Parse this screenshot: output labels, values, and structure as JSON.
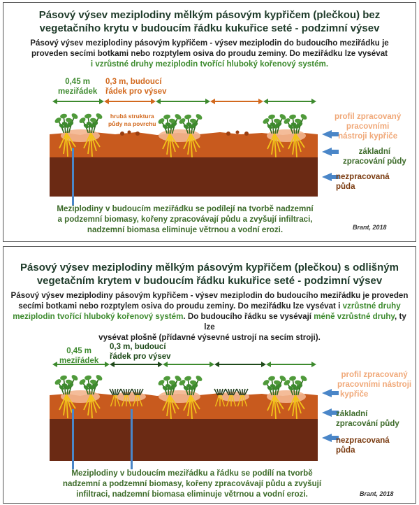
{
  "panel_top": {
    "title_line1": "Pásový výsev meziplodiny mělkým pásovým kypřičem (plečkou) bez",
    "title_line2": "vegetačního krytu v budoucím řádku kukuřice seté - podzimní výsev",
    "desc_line1": "Pásový výsev meziplodiny pásovým kypřičem - výsev meziplodin do budoucího meziřádku je",
    "desc_line2": "proveden secími botkami nebo rozptylem osiva do proudu zeminy.  Do meziřádku lze vysévat",
    "desc_line3_green": "i vzrůstné druhy meziplodin tvořící hluboký kořenový systém.",
    "label_interrow_1": "0,45 m",
    "label_interrow_2": "meziřádek",
    "label_row_1": "0,3 m, budoucí",
    "label_row_2": "řádek pro výsev",
    "label_coarse_1": "hrubá struktura",
    "label_coarse_2": "půdy na povrchu",
    "label_profile_1": "profil zpracovaný",
    "label_profile_2": "pracovními",
    "label_profile_3": "nástroji kypřiče",
    "label_basic_1": "základní",
    "label_basic_2": "zpracování půdy",
    "label_untilled_1": "nezpracovaná",
    "label_untilled_2": "půda",
    "conclusion_1": "Meziplodiny v budoucím meziřádku se podílejí na tvorbě nadzemní",
    "conclusion_2": "a podzemní biomasy, kořeny zpracovávají půdu a zvyšují infiltraci,",
    "conclusion_3": "nadzemní biomasa eliminuje větrnou a vodní erozi.",
    "author": "Brant, 2018"
  },
  "panel_bottom": {
    "title_line1": "Pásový výsev meziplodiny mělkým pásovým kypřičem (plečkou) s odlišným",
    "title_line2": "vegetačním krytem v budoucím řádku kukuřice seté - podzimní výsev",
    "desc_line1": "Pásový výsev meziplodiny pásovým kypřičem - výsev meziplodin do budoucího meziřádku je proveden",
    "desc_line2a": "secími botkami nebo rozptylem osiva do proudu zeminy. Do meziřádku lze vysévat i",
    "desc_line2b_green": "vzrůstné druhy",
    "desc_line3a_green": "meziplodin tvořící hluboký kořenový systém",
    "desc_line3b": ". Do budoucího řádku se vysévají",
    "desc_line3c_green": "méně vzrůstné druhy",
    "desc_line3d": ", ty lze",
    "desc_line4": "vysévat plošně (přídavné výsevné ustrojí na secím stroji).",
    "label_interrow_1": "0,45 m",
    "label_interrow_2": "meziřádek",
    "label_row_1": "0,3 m, budoucí",
    "label_row_2": "řádek pro výsev",
    "label_profile_1": "profil zpracovaný",
    "label_profile_2": "pracovními nástroji",
    "label_profile_3": "kypřiče",
    "label_basic_1": "základní",
    "label_basic_2": "zpracování půdy",
    "label_untilled_1": "nezpracovaná",
    "label_untilled_2": "půda",
    "conclusion_1": "Meziplodiny v budoucím meziřádku a řádku se podílí na tvorbě",
    "conclusion_2": "nadzemní a podzemní biomasy, kořeny zpracovávají půdu a zvyšují",
    "conclusion_3": "infiltraci, nadzemní biomasa eliminuje větrnou a vodní erozi.",
    "author": "Brant, 2018"
  },
  "colors": {
    "title": "#1f3b2a",
    "green_text": "#3d8a2e",
    "orange_text": "#d2691e",
    "profile_text": "#f0a878",
    "basic_text": "#3d6b2a",
    "untilled_text": "#7a3b10",
    "topsoil": "#c85a1e",
    "subsoil": "#6b2a14",
    "arrow_green": "#3d8a2e",
    "arrow_orange": "#d2691e",
    "arrow_darkgreen": "#1f4a1a",
    "pointer_blue": "#4a86c8"
  }
}
